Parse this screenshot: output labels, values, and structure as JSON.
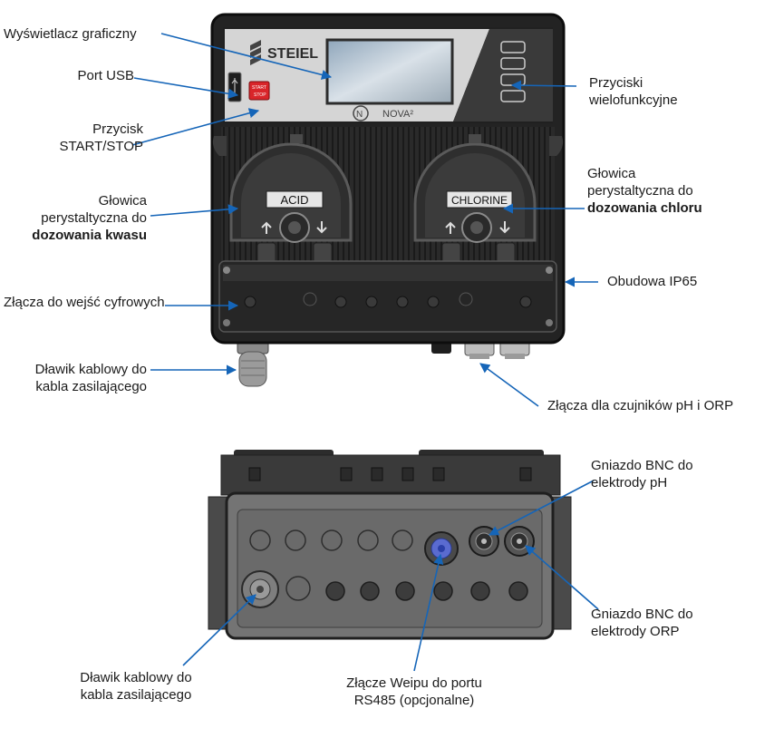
{
  "device": {
    "brand": "STEIEL",
    "model": "NOVA²",
    "start_label": "START",
    "stop_label": "STOP",
    "pump_left_tag": "ACID",
    "pump_right_tag": "CHLORINE"
  },
  "labels": {
    "display": "Wyświetlacz graficzny",
    "usb": "Port USB",
    "startstop_1": "Przycisk",
    "startstop_2": "START/STOP",
    "acid_1": "Głowica",
    "acid_2": "perystaltyczna do",
    "acid_3": "dozowania kwasu",
    "digital": "Złącza do wejść cyfrowych",
    "power_gland_1": "Dławik kablowy do",
    "power_gland_2": "kabla zasilającego",
    "multi_1": "Przyciski",
    "multi_2": "wielofunkcyjne",
    "chlorine_1": "Głowica",
    "chlorine_2": "perystaltyczna do",
    "chlorine_3": "dozowania chloru",
    "ip65": "Obudowa IP65",
    "sensors": "Złącza dla czujników pH i ORP",
    "bnc_ph_1": "Gniazdo BNC do",
    "bnc_ph_2": "elektrody pH",
    "bnc_orp_1": "Gniazdo BNC do",
    "bnc_orp_2": "elektrody ORP",
    "bottom_gland_1": "Dławik kablowy do",
    "bottom_gland_2": "kabla zasilającego",
    "weipu_1": "Złącze Weipu do portu",
    "weipu_2": "RS485 (opcjonalne)"
  },
  "colors": {
    "leader": "#1565b8",
    "housing": "#2b2b2b",
    "housing_edge": "#0f0f0f",
    "panel": "#d6d6d6",
    "screen": "#b8c4cf",
    "start_stop": "#d9252a",
    "bnc_blue": "#5a6bd0"
  }
}
